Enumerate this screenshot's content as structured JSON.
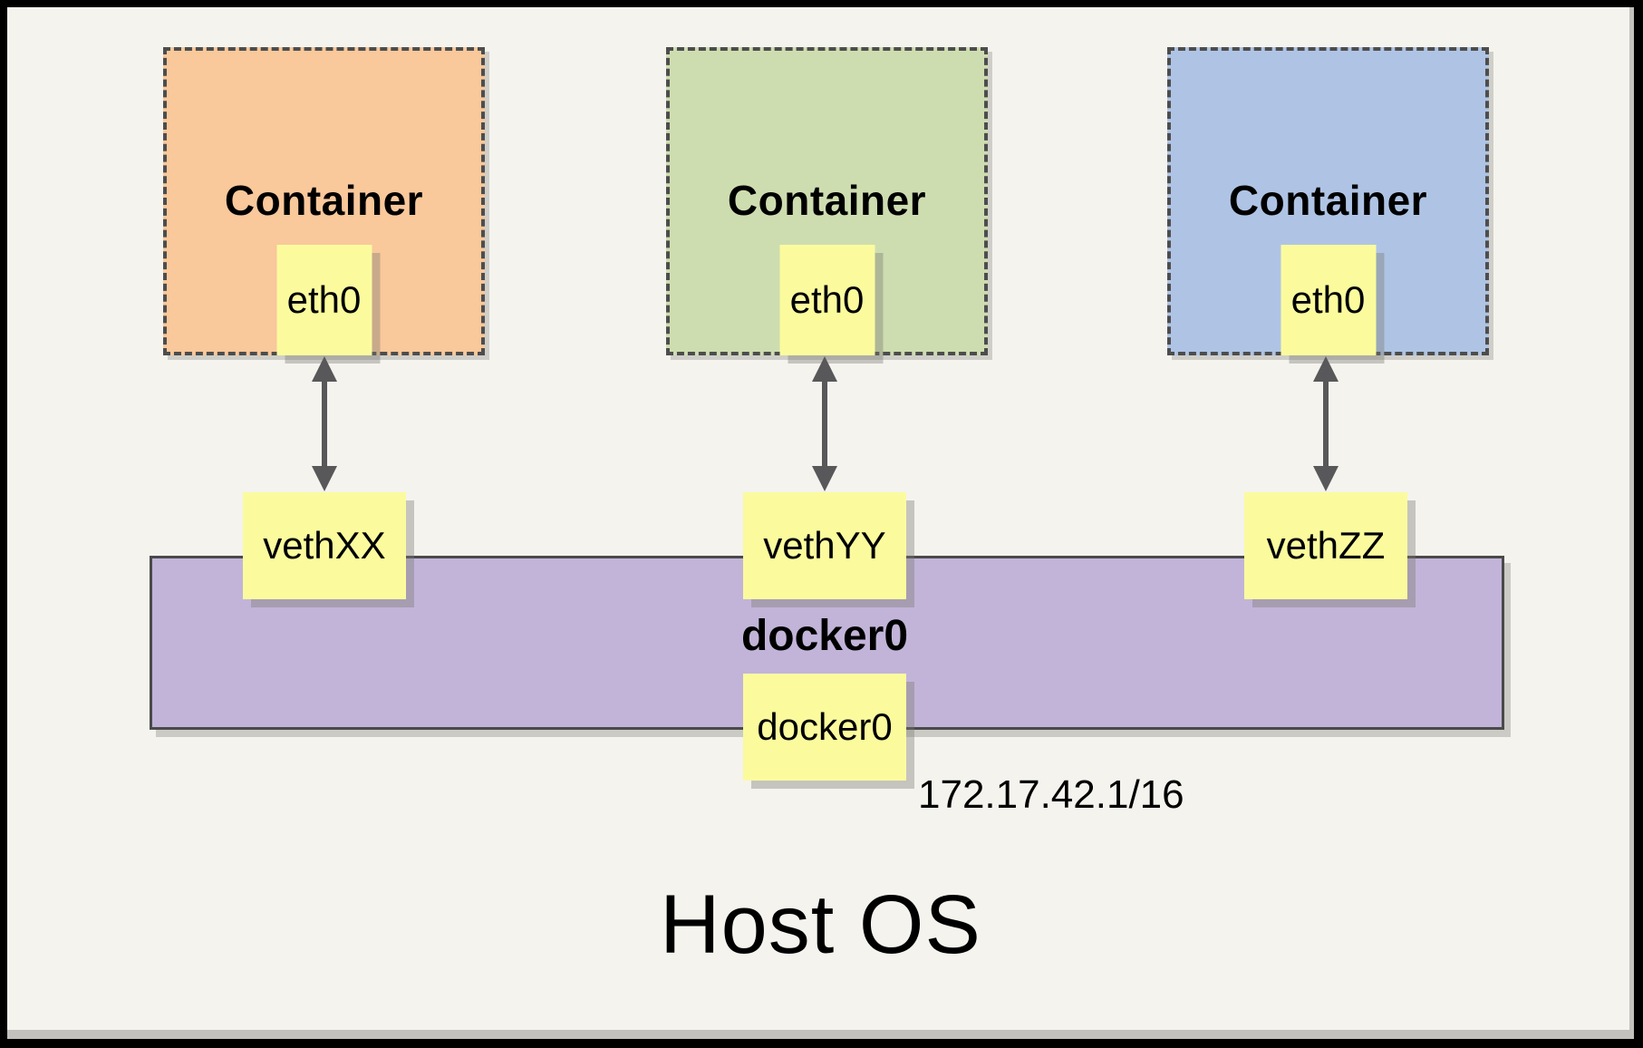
{
  "diagram": {
    "host_label": "Host OS",
    "columns": [
      {
        "container_label": "Container",
        "eth_label": "eth0",
        "veth_label": "vethXX",
        "fill": "#F9C89B"
      },
      {
        "container_label": "Container",
        "eth_label": "eth0",
        "veth_label": "vethYY",
        "fill": "#CEDDB0"
      },
      {
        "container_label": "Container",
        "eth_label": "eth0",
        "veth_label": "vethZZ",
        "fill": "#AFC4E4"
      }
    ],
    "bridge": {
      "label": "docker0",
      "interface_label": "docker0",
      "ip_address": "172.17.42.1/16",
      "fill": "#C2B4D8"
    },
    "colors": {
      "frame": "#000000",
      "canvas_background": "#F4F3EE",
      "note_yellow": "#FBFB9E",
      "arrow_gray": "#58585A",
      "dashed_border": "#4D4D4D"
    }
  }
}
